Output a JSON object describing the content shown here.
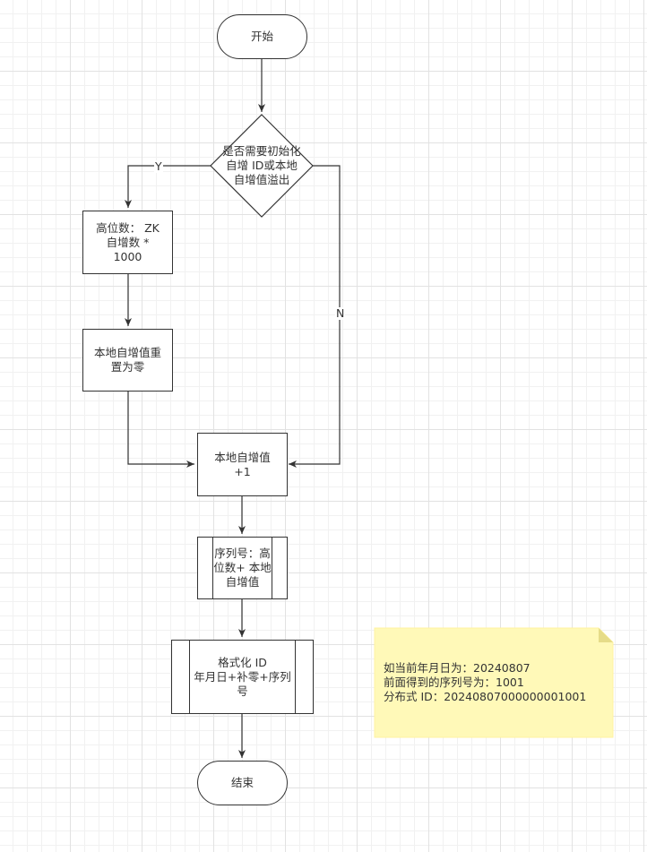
{
  "nodes": {
    "start": "开始",
    "decision": "是否需要初始化\n自增 ID或本地\n自增值溢出",
    "high_digits": "高位数： ZK\n自增数 *\n1000",
    "reset_local": "本地自增值重\n置为零",
    "increment": "本地自增值\n+1",
    "sequence": "序列号：高\n位数+ 本地\n自增值",
    "format_id": "格式化 ID\n年月日+补零+序列\n号",
    "end": "结束"
  },
  "edges": {
    "yes_label": "Y",
    "no_label": "N"
  },
  "note": {
    "lines": [
      "如当前年月日为：20240807",
      "前面得到的序列号为：1001",
      "分布式 ID：20240807000000001001"
    ]
  },
  "colors": {
    "stroke": "#333333",
    "note_fill": "#fff9b8",
    "note_fold": "#e6dc88",
    "grid_major": "#e2e2e2",
    "grid_minor": "#f1f1f1"
  }
}
